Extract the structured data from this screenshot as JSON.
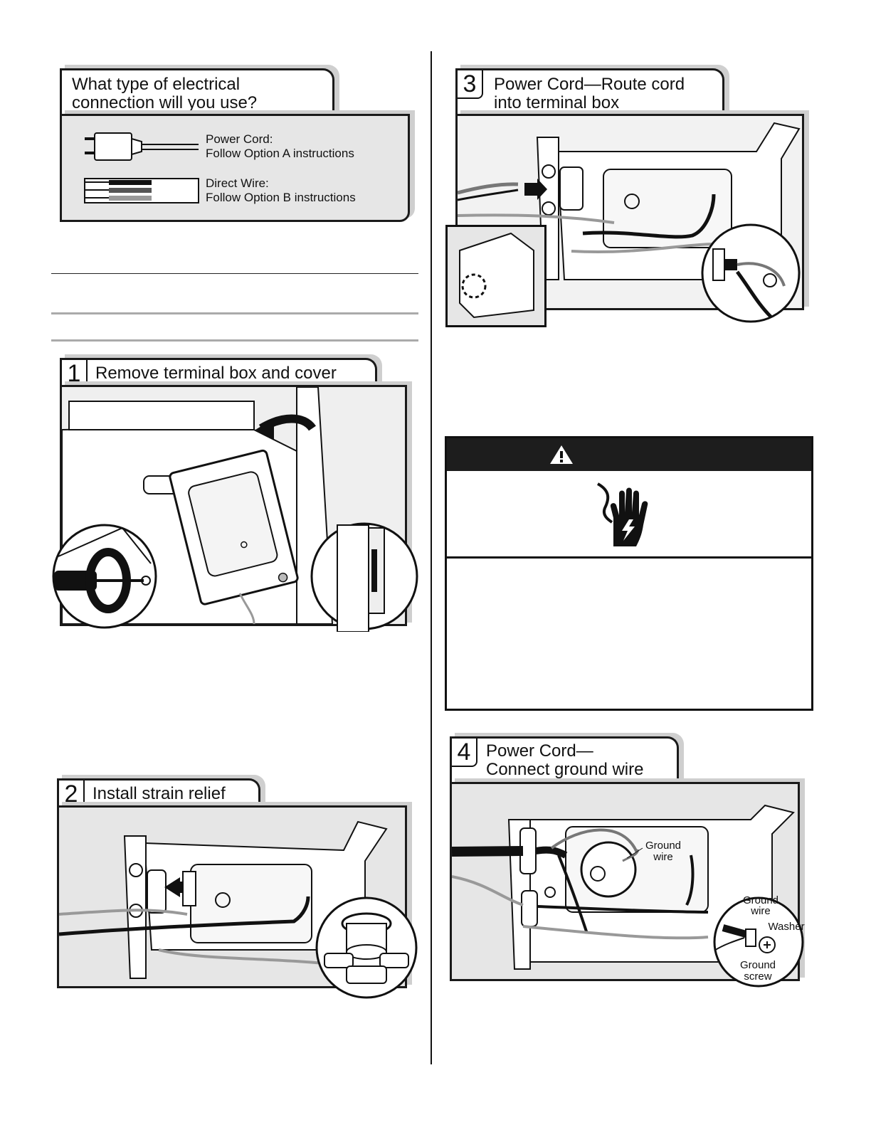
{
  "connection": {
    "heading_line1": "What type of electrical",
    "heading_line2": "connection will you use?",
    "power_cord_label": "Power Cord:",
    "power_cord_instruction": "Follow Option A instructions",
    "direct_wire_label": "Direct Wire:",
    "direct_wire_instruction": "Follow Option B instructions"
  },
  "steps": [
    {
      "number": "1",
      "title_line1": "Remove terminal box and cover",
      "title_line2": ""
    },
    {
      "number": "2",
      "title_line1": "Install strain relief",
      "title_line2": ""
    },
    {
      "number": "3",
      "title_line1": "Power Cord—Route cord",
      "title_line2": "into terminal box"
    },
    {
      "number": "4",
      "title_line1": "Power Cord—",
      "title_line2": "Connect ground wire"
    }
  ],
  "callouts": {
    "ground_wire_line1": "Ground",
    "ground_wire_line2": "wire",
    "inset_ground_line1": "Ground",
    "inset_ground_line2": "wire",
    "washer": "Washer",
    "ground_screw_line1": "Ground",
    "ground_screw_line2": "screw"
  },
  "icons": {
    "warning": "warning-triangle-icon",
    "shock": "electrical-shock-hand-icon"
  },
  "colors": {
    "panel_gray": "#e6e6e6",
    "tab_shadow": "#cfcfcf",
    "ink": "#1a1a1a"
  }
}
